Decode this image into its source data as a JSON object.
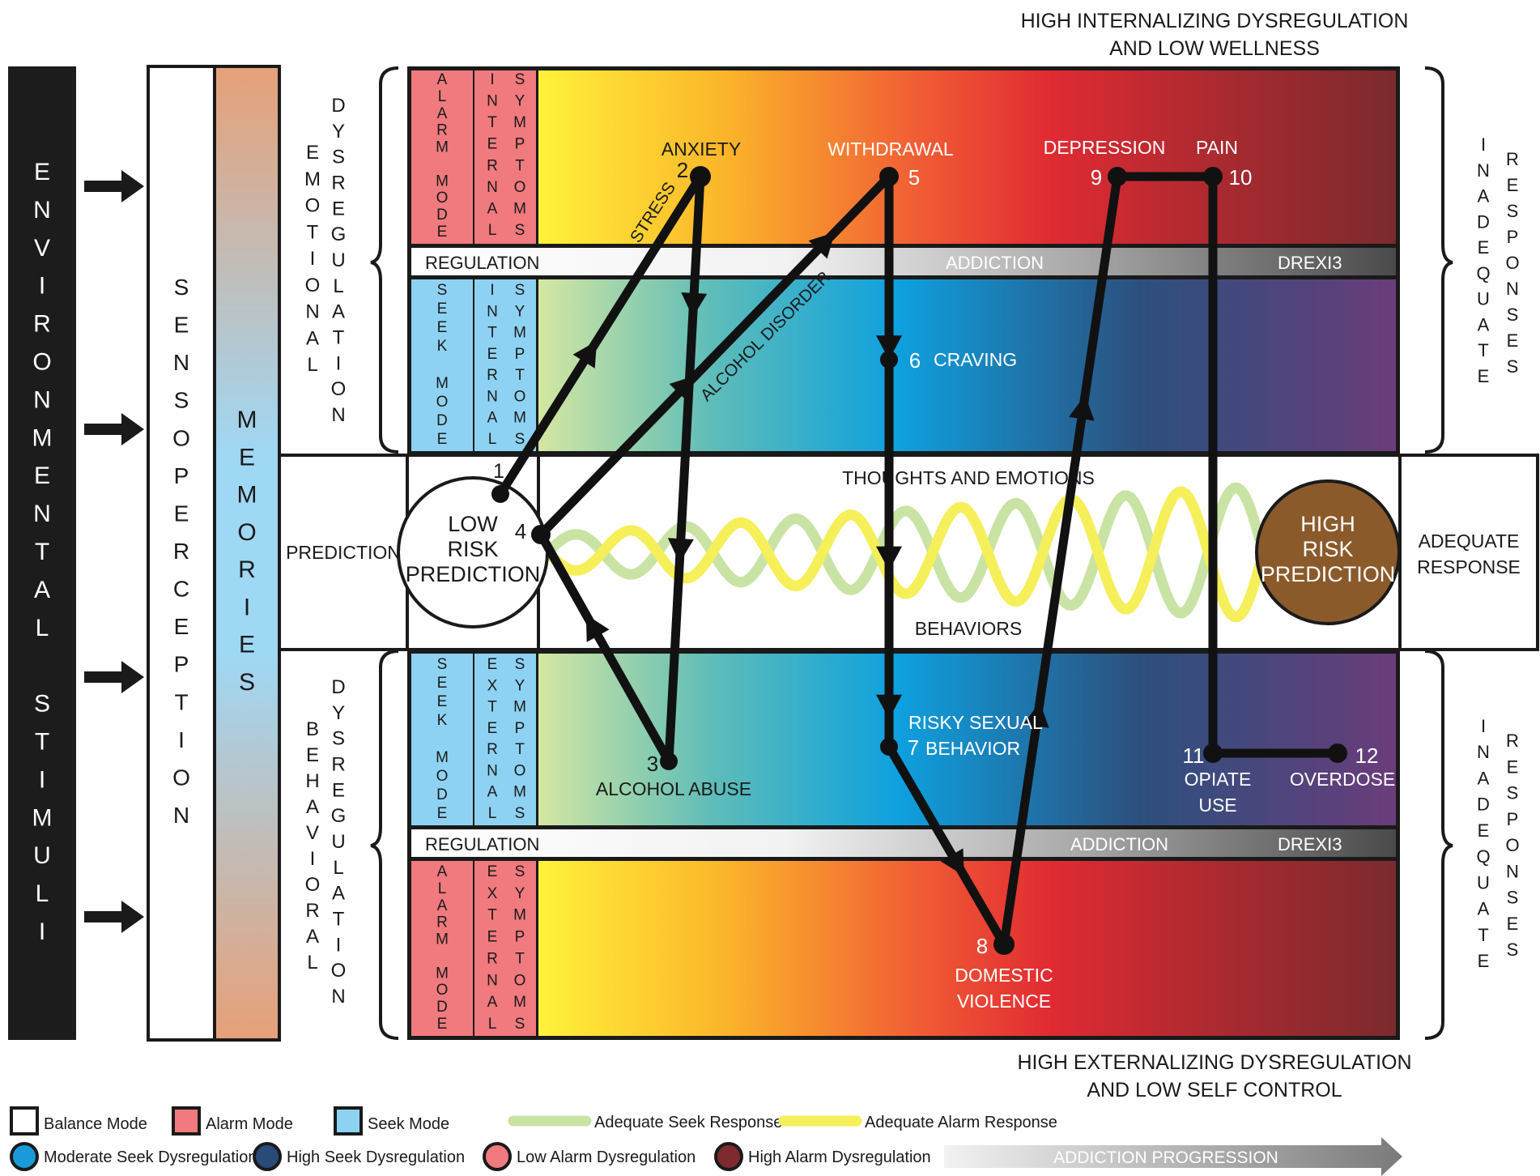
{
  "titles": {
    "top_line1": "HIGH INTERNALIZING DYSREGULATION",
    "top_line2": "AND LOW WELLNESS",
    "bottom_line1": "HIGH EXTERNALIZING DYSREGULATION",
    "bottom_line2": "AND LOW SELF CONTROL"
  },
  "columns": {
    "stimuli": "ENVIRONMENTAL STIMULI",
    "senso": "SENSOPERCEPTION",
    "memories": "MEMORIES",
    "emotional": "EMOTIONAL",
    "emotional_dys": "DYSREGULATION",
    "behavioral": "BEHAVIORAL",
    "behavioral_dys": "DYSREGULATION",
    "prediction": "PREDICTION"
  },
  "side_labels": {
    "alarm_mode": "ALARM MODE",
    "seek_mode": "SEEK MODE",
    "internal_symptoms": "INTERNAL SYMPTOMS",
    "external_symptoms": "EXTERNAL SYMPTOMS",
    "inadequate": "INADEQUATE",
    "responses": "RESPONSES",
    "adequate_response_line1": "ADEQUATE",
    "adequate_response_line2": "RESPONSE"
  },
  "bars": {
    "regulation": "REGULATION",
    "addiction": "ADDICTION",
    "drexi3": "DREXI3"
  },
  "center": {
    "thoughts": "THOUGHTS AND EMOTIONS",
    "behaviors": "BEHAVIORS",
    "low_risk": [
      "LOW",
      "RISK",
      "PREDICTION"
    ],
    "high_risk": [
      "HIGH",
      "RISK",
      "PREDICTION"
    ]
  },
  "nodes": [
    {
      "num": "1",
      "label": ""
    },
    {
      "num": "2",
      "label": "ANXIETY"
    },
    {
      "num": "3",
      "label": "ALCOHOL ABUSE"
    },
    {
      "num": "4",
      "label": ""
    },
    {
      "num": "5",
      "label": "WITHDRAWAL"
    },
    {
      "num": "6",
      "label": "CRAVING"
    },
    {
      "num": "7",
      "label": "RISKY SEXUAL BEHAVIOR"
    },
    {
      "num": "8",
      "label": "DOMESTIC VIOLENCE"
    },
    {
      "num": "9",
      "label": "DEPRESSION"
    },
    {
      "num": "10",
      "label": "PAIN"
    },
    {
      "num": "11",
      "label": "OPIATE USE"
    },
    {
      "num": "12",
      "label": "OVERDOSE"
    }
  ],
  "edge_labels": {
    "stress": "STRESS",
    "alcohol_disorder": "ALCOHOL DISORDER"
  },
  "legend": {
    "balance": "Balance Mode",
    "alarm": "Alarm Mode",
    "seek": "Seek Mode",
    "adequate_seek": "Adequate Seek Response",
    "adequate_alarm": "Adequate Alarm Response",
    "moderate_seek": "Moderate Seek Dysregulation",
    "high_seek": "High Seek Dysregulation",
    "low_alarm": "Low Alarm Dysregulation",
    "high_alarm": "High Alarm Dysregulation",
    "progression": "ADDICTION PROGRESSION"
  },
  "colors": {
    "alarm": "#f07a7e",
    "seek": "#8ed2f3",
    "line": "#111111",
    "seek_wave": "#c9e3a4",
    "alarm_wave": "#f5ef5a",
    "high_risk": "#8b5a2b",
    "moderate_seek": "#1a9ad8",
    "high_seek": "#2a4a78",
    "low_alarm": "#f07a7e",
    "high_alarm": "#7f2a2e"
  }
}
